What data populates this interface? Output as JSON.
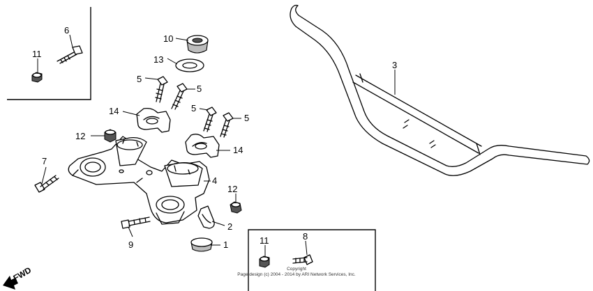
{
  "parts": {
    "p1": "1",
    "p2": "2",
    "p3": "3",
    "p4": "4",
    "p5a": "5",
    "p5b": "5",
    "p5c": "5",
    "p5d": "5",
    "p6": "6",
    "p7": "7",
    "p8": "8",
    "p9": "9",
    "p10": "10",
    "p11a": "11",
    "p11b": "11",
    "p12a": "12",
    "p12b": "12",
    "p13": "13",
    "p14a": "14",
    "p14b": "14"
  },
  "direction_label": "FWD",
  "copyright": {
    "line1": "Copyright",
    "line2": "Page design (c) 2004 - 2014 by ARI Network Services, Inc."
  }
}
